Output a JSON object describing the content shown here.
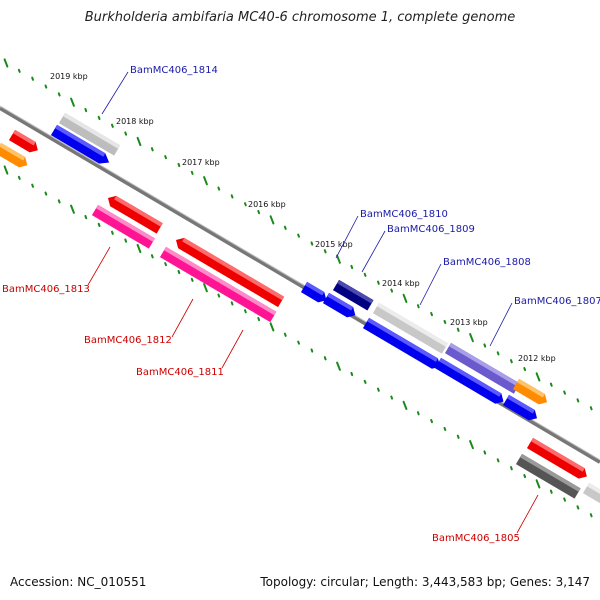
{
  "title": "Burkholderia ambifaria MC40-6 chromosome 1, complete genome",
  "footer": {
    "accession": "Accession: NC_010551",
    "topology": "Topology: circular; Length: 3,443,583 bp; Genes: 3,147"
  },
  "colors": {
    "backbone": "#777777",
    "tick": "#1a8a1a",
    "label_forward": "#1a1aa8",
    "label_reverse": "#cc0000",
    "blue": "#0000ee",
    "navy": "#000080",
    "purple": "#6a5acd",
    "lightgray": "#c8c8c8",
    "darkgray": "#555555",
    "red": "#ee0000",
    "pink": "#ff1493",
    "orange": "#ff8c00"
  },
  "tick_labels": [
    "2019 kbp",
    "2018 kbp",
    "2017 kbp",
    "2016 kbp",
    "2015 kbp",
    "2014 kbp",
    "2013 kbp",
    "2012 kbp"
  ],
  "gene_labels": [
    {
      "text": "BamMC406_1814",
      "strand": "forward"
    },
    {
      "text": "BamMC406_1810",
      "strand": "forward"
    },
    {
      "text": "BamMC406_1809",
      "strand": "forward"
    },
    {
      "text": "BamMC406_1808",
      "strand": "forward"
    },
    {
      "text": "BamMC406_1807",
      "strand": "forward"
    },
    {
      "text": "BamMC406_1813",
      "strand": "reverse"
    },
    {
      "text": "BamMC406_1812",
      "strand": "reverse"
    },
    {
      "text": "BamMC406_1811",
      "strand": "reverse"
    },
    {
      "text": "BamMC406_1805",
      "strand": "reverse"
    }
  ]
}
